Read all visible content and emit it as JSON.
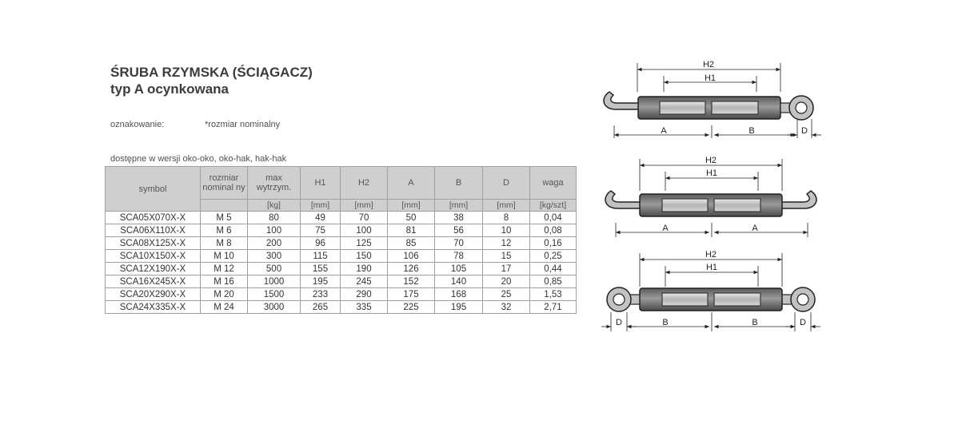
{
  "title": {
    "line1": "ŚRUBA RZYMSKA (ŚCIĄGACZ)",
    "line2": "typ A ocynkowana"
  },
  "marking": {
    "label": "oznakowanie:",
    "value": "*rozmiar nominalny"
  },
  "variants": "dostępne w wersji oko-oko, oko-hak, hak-hak",
  "table": {
    "headers": [
      {
        "label": "symbol",
        "unit": ""
      },
      {
        "label": "rozmiar nominal ny",
        "unit": ""
      },
      {
        "label": "max wytrzym.",
        "unit": "[kg]"
      },
      {
        "label": "H1",
        "unit": "[mm]"
      },
      {
        "label": "H2",
        "unit": "[mm]"
      },
      {
        "label": "A",
        "unit": "[mm]"
      },
      {
        "label": "B",
        "unit": "[mm]"
      },
      {
        "label": "D",
        "unit": "[mm]"
      },
      {
        "label": "waga",
        "unit": "[kg/szt]"
      }
    ],
    "rows": [
      [
        "SCA05X070X-X",
        "M 5",
        "80",
        "49",
        "70",
        "50",
        "38",
        "8",
        "0,04"
      ],
      [
        "SCA06X110X-X",
        "M 6",
        "100",
        "75",
        "100",
        "81",
        "56",
        "10",
        "0,08"
      ],
      [
        "SCA08X125X-X",
        "M 8",
        "200",
        "96",
        "125",
        "85",
        "70",
        "12",
        "0,16"
      ],
      [
        "SCA10X150X-X",
        "M 10",
        "300",
        "115",
        "150",
        "106",
        "78",
        "15",
        "0,25"
      ],
      [
        "SCA12X190X-X",
        "M 12",
        "500",
        "155",
        "190",
        "126",
        "105",
        "17",
        "0,44"
      ],
      [
        "SCA16X245X-X",
        "M 16",
        "1000",
        "195",
        "245",
        "152",
        "140",
        "20",
        "0,85"
      ],
      [
        "SCA20X290X-X",
        "M 20",
        "1500",
        "233",
        "290",
        "175",
        "168",
        "25",
        "1,53"
      ],
      [
        "SCA24X335X-X",
        "M 24",
        "3000",
        "265",
        "335",
        "225",
        "195",
        "32",
        "2,71"
      ]
    ]
  },
  "drawings": {
    "hook_eye": {
      "h2": "H2",
      "h1": "H1",
      "left": "A",
      "right": "B",
      "end": "D"
    },
    "hook_hook": {
      "h2": "H2",
      "h1": "H1",
      "left": "A",
      "right": "A"
    },
    "eye_eye": {
      "h2": "H2",
      "h1": "H1",
      "end_left": "D",
      "left": "B",
      "right": "B",
      "end_right": "D"
    }
  }
}
